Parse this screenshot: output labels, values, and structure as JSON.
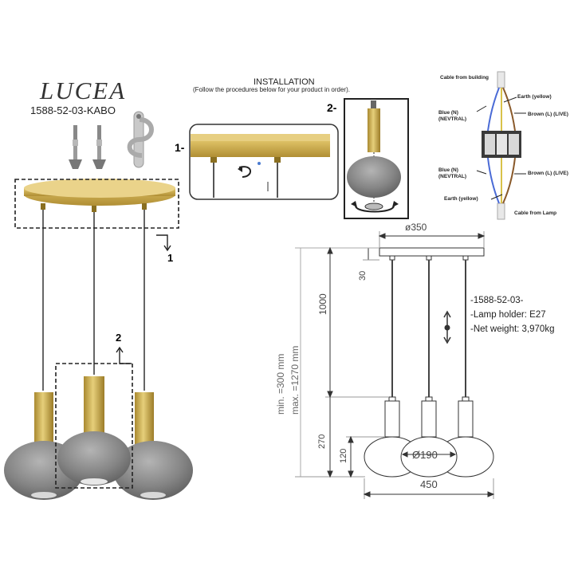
{
  "brand": {
    "name": "LUCEA",
    "code": "1588-52-03-KABO"
  },
  "installation": {
    "title": "INSTALLATION",
    "subtitle": "(Follow the procedures below for your product in order).",
    "step1_label": "1-",
    "step2_label": "2-"
  },
  "callouts": {
    "arrow1_label": "1",
    "arrow2_label": "2"
  },
  "wiring": {
    "cable_from_building": "Cable from building",
    "earth_top": "Earth (yellow)",
    "blue_top": "Blue (N)\n(NEVTRAL)",
    "brown_top": "Brown (L) (LIVE)",
    "blue_bottom": "Blue (N)\n(NEVTRAL)",
    "brown_bottom": "Brown (L) (LIVE)",
    "earth_bottom": "Earth (yellow)",
    "cable_from_lamp": "Cable from Lamp",
    "colors": {
      "earth": "#d9c24a",
      "blue": "#4a6bd6",
      "brown": "#8a5a2b"
    }
  },
  "dimensions": {
    "canopy_diameter": "ø350",
    "canopy_height": "30",
    "cable_length": "1000",
    "min_height": "min. =300 mm",
    "max_height": "max. =1270 mm",
    "lamp_height": "270",
    "globe_height": "120",
    "globe_diameter": "Ø190",
    "overall_width": "450"
  },
  "specs": {
    "line1": "-1588-52-03-",
    "line2": "-Lamp holder: E27",
    "line3": "-Net weight: 3,970kg"
  },
  "colors": {
    "brass": "#c9a84a",
    "smoke_glass": "#8a8a8a",
    "line": "#333333"
  }
}
